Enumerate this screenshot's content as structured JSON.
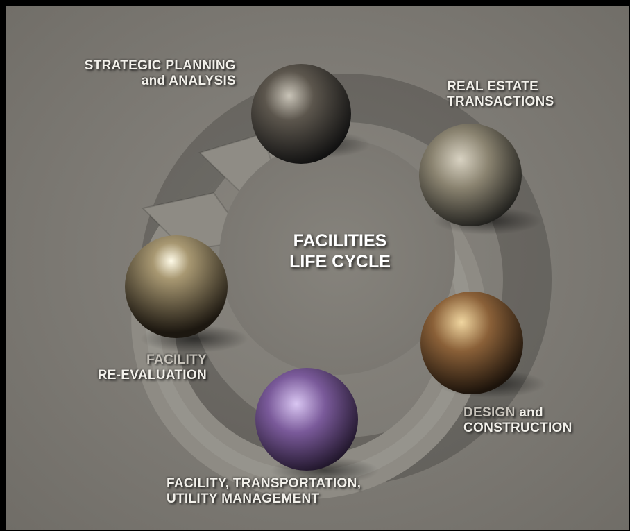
{
  "title": {
    "line1": "FACILITIES",
    "line2": "LIFE CYCLE"
  },
  "stages": {
    "strategic": {
      "line1": "STRATEGIC PLANNING",
      "line2": "and ANALYSIS"
    },
    "real_estate": {
      "line1": "REAL ESTATE",
      "line2": "TRANSACTIONS"
    },
    "design": {
      "part1": "DESIGN",
      "part2": " and",
      "line2": "CONSTRUCTION"
    },
    "management": {
      "line1": "FACILITY, TRANSPORTATION,",
      "line2": "UTILITY MANAGEMENT"
    },
    "reevaluation": {
      "line1": "FACILITY",
      "line2": "RE-EVALUATION"
    }
  }
}
